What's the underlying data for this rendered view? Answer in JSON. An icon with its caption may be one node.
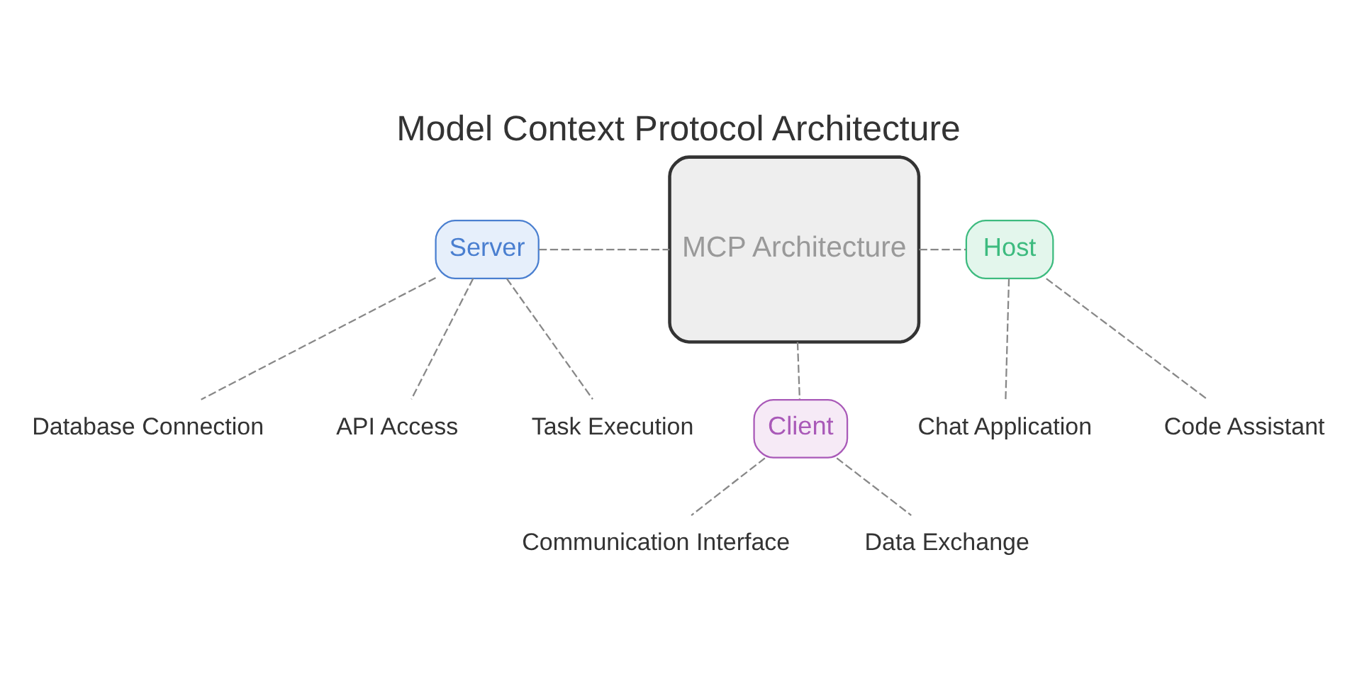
{
  "diagram": {
    "title": "Model Context Protocol Architecture",
    "nodes": [
      {
        "text": [
          "MCP Architecture"
        ]
      },
      {
        "text": [
          "Server"
        ]
      },
      {
        "text": [
          "Host"
        ]
      },
      {
        "text": [
          "Client"
        ]
      },
      {
        "text": [
          "Database Connection"
        ]
      },
      {
        "text": [
          "API Access"
        ]
      },
      {
        "text": [
          "Task Execution"
        ]
      },
      {
        "text": [
          "Chat Application"
        ]
      },
      {
        "text": [
          "Code Assistant"
        ]
      },
      {
        "text": [
          "Communication Interface"
        ]
      },
      {
        "text": [
          "Data Exchange"
        ]
      }
    ],
    "edges": [
      {
        "from": 1,
        "to": 0,
        "arrow": "none",
        "style": "dashed"
      },
      {
        "from": 0,
        "to": 2,
        "arrow": "none",
        "style": "dashed"
      },
      {
        "from": 0,
        "to": 3,
        "arrow": "none",
        "style": "dashed"
      },
      {
        "from": 1,
        "to": 4,
        "arrow": "none",
        "style": "dashed"
      },
      {
        "from": 1,
        "to": 5,
        "arrow": "none",
        "style": "dashed"
      },
      {
        "from": 1,
        "to": 6,
        "arrow": "none",
        "style": "dashed"
      },
      {
        "from": 2,
        "to": 7,
        "arrow": "none",
        "style": "dashed"
      },
      {
        "from": 2,
        "to": 8,
        "arrow": "none",
        "style": "dashed"
      },
      {
        "from": 3,
        "to": 9,
        "arrow": "none",
        "style": "dashed"
      },
      {
        "from": 3,
        "to": 10,
        "arrow": "none",
        "style": "dashed"
      }
    ]
  }
}
